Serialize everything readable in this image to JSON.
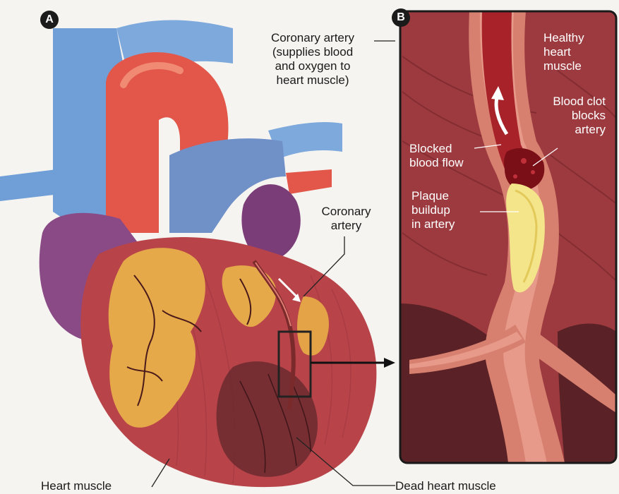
{
  "panels": {
    "a": {
      "letter": "A"
    },
    "b": {
      "letter": "B"
    }
  },
  "labels": {
    "coronary_artery_top": [
      "Coronary artery",
      "(supplies blood",
      "and oxygen to",
      "heart muscle)"
    ],
    "coronary_artery_mid": [
      "Coronary",
      "artery"
    ],
    "heart_muscle": "Heart muscle",
    "dead_heart_muscle": "Dead heart muscle",
    "healthy_heart_muscle": [
      "Healthy",
      "heart",
      "muscle"
    ],
    "blood_clot": [
      "Blood clot",
      "blocks",
      "artery"
    ],
    "blocked_blood_flow": [
      "Blocked",
      "blood flow"
    ],
    "plaque_buildup": [
      "Plaque",
      "buildup",
      "in artery"
    ]
  },
  "colors": {
    "vein_blue": "#6f9fd6",
    "aorta_red": "#e2574a",
    "muscle_red": "#b8444a",
    "fat_yellow": "#e6a94a",
    "purple": "#7a3d78",
    "plaque": "#f4e58a",
    "dead_tissue": "#5a2226"
  }
}
